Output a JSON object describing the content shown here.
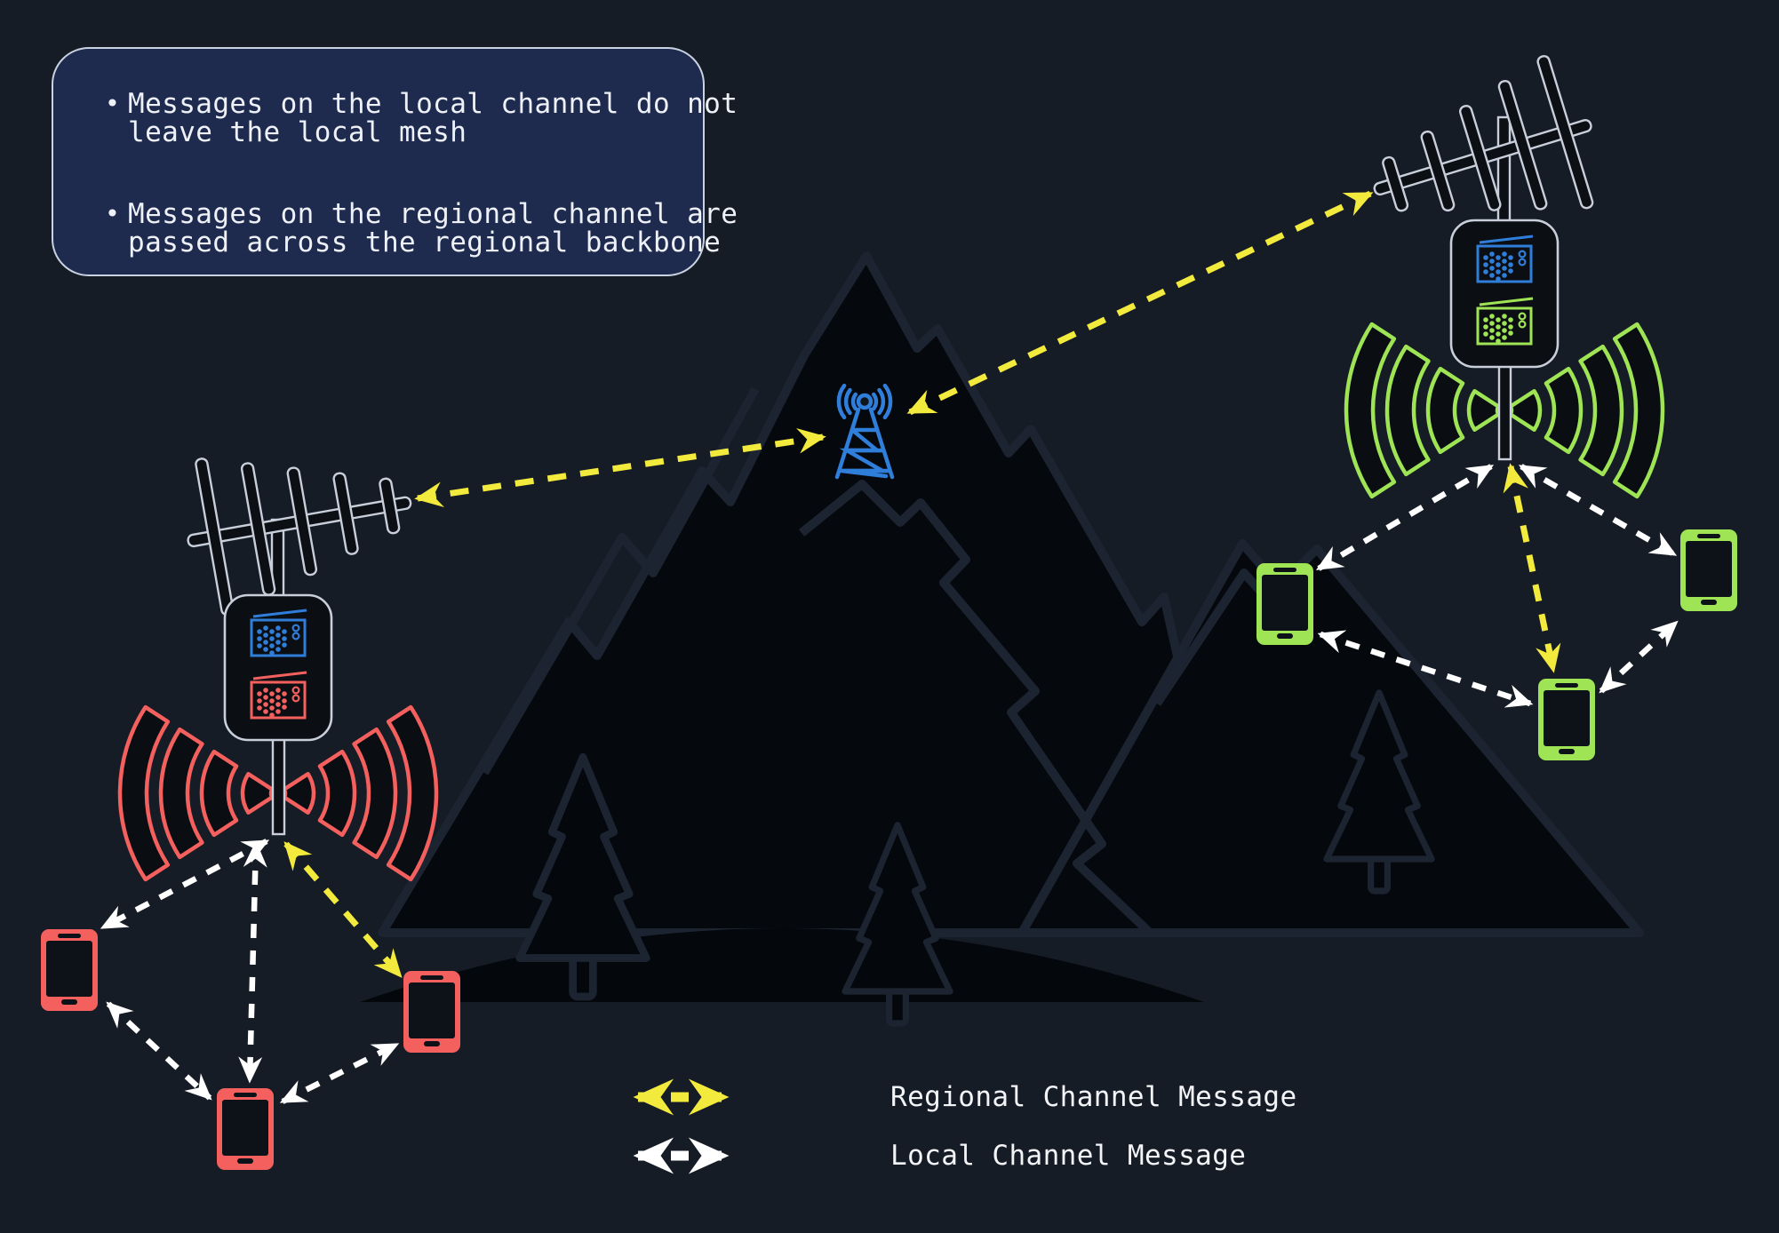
{
  "info_box": {
    "bullets": [
      "Messages on the local channel do not leave the local mesh",
      "Messages on the regional channel are passed across the regional backbone"
    ]
  },
  "legend": {
    "items": [
      {
        "label": "Regional Channel Message",
        "color": "#f2ea3c"
      },
      {
        "label": "Local Channel Message",
        "color": "#ffffff"
      }
    ]
  },
  "colors": {
    "background": "#161c26",
    "mountains": "#05080d",
    "ridge_lines": "#1d2431",
    "info_box_bg": "#1e2a4e",
    "regional_arrow_yellow": "#f2ea3c",
    "local_arrow_white": "#ffffff",
    "left_mesh_accent_red": "#f4605e",
    "right_mesh_accent_green": "#9fe455",
    "backbone_blue": "#2f7ed9",
    "outline_gray": "#c9cfda"
  },
  "icons": {
    "tower": "radio-tower-icon",
    "antenna": "yagi-antenna-icon",
    "station_box": "node-station-icon",
    "radio": "radio-icon",
    "phone": "smartphone-icon",
    "wifi": "wifi-waves-icon",
    "tree": "pine-tree-icon",
    "mountain": "mountain-icon"
  }
}
